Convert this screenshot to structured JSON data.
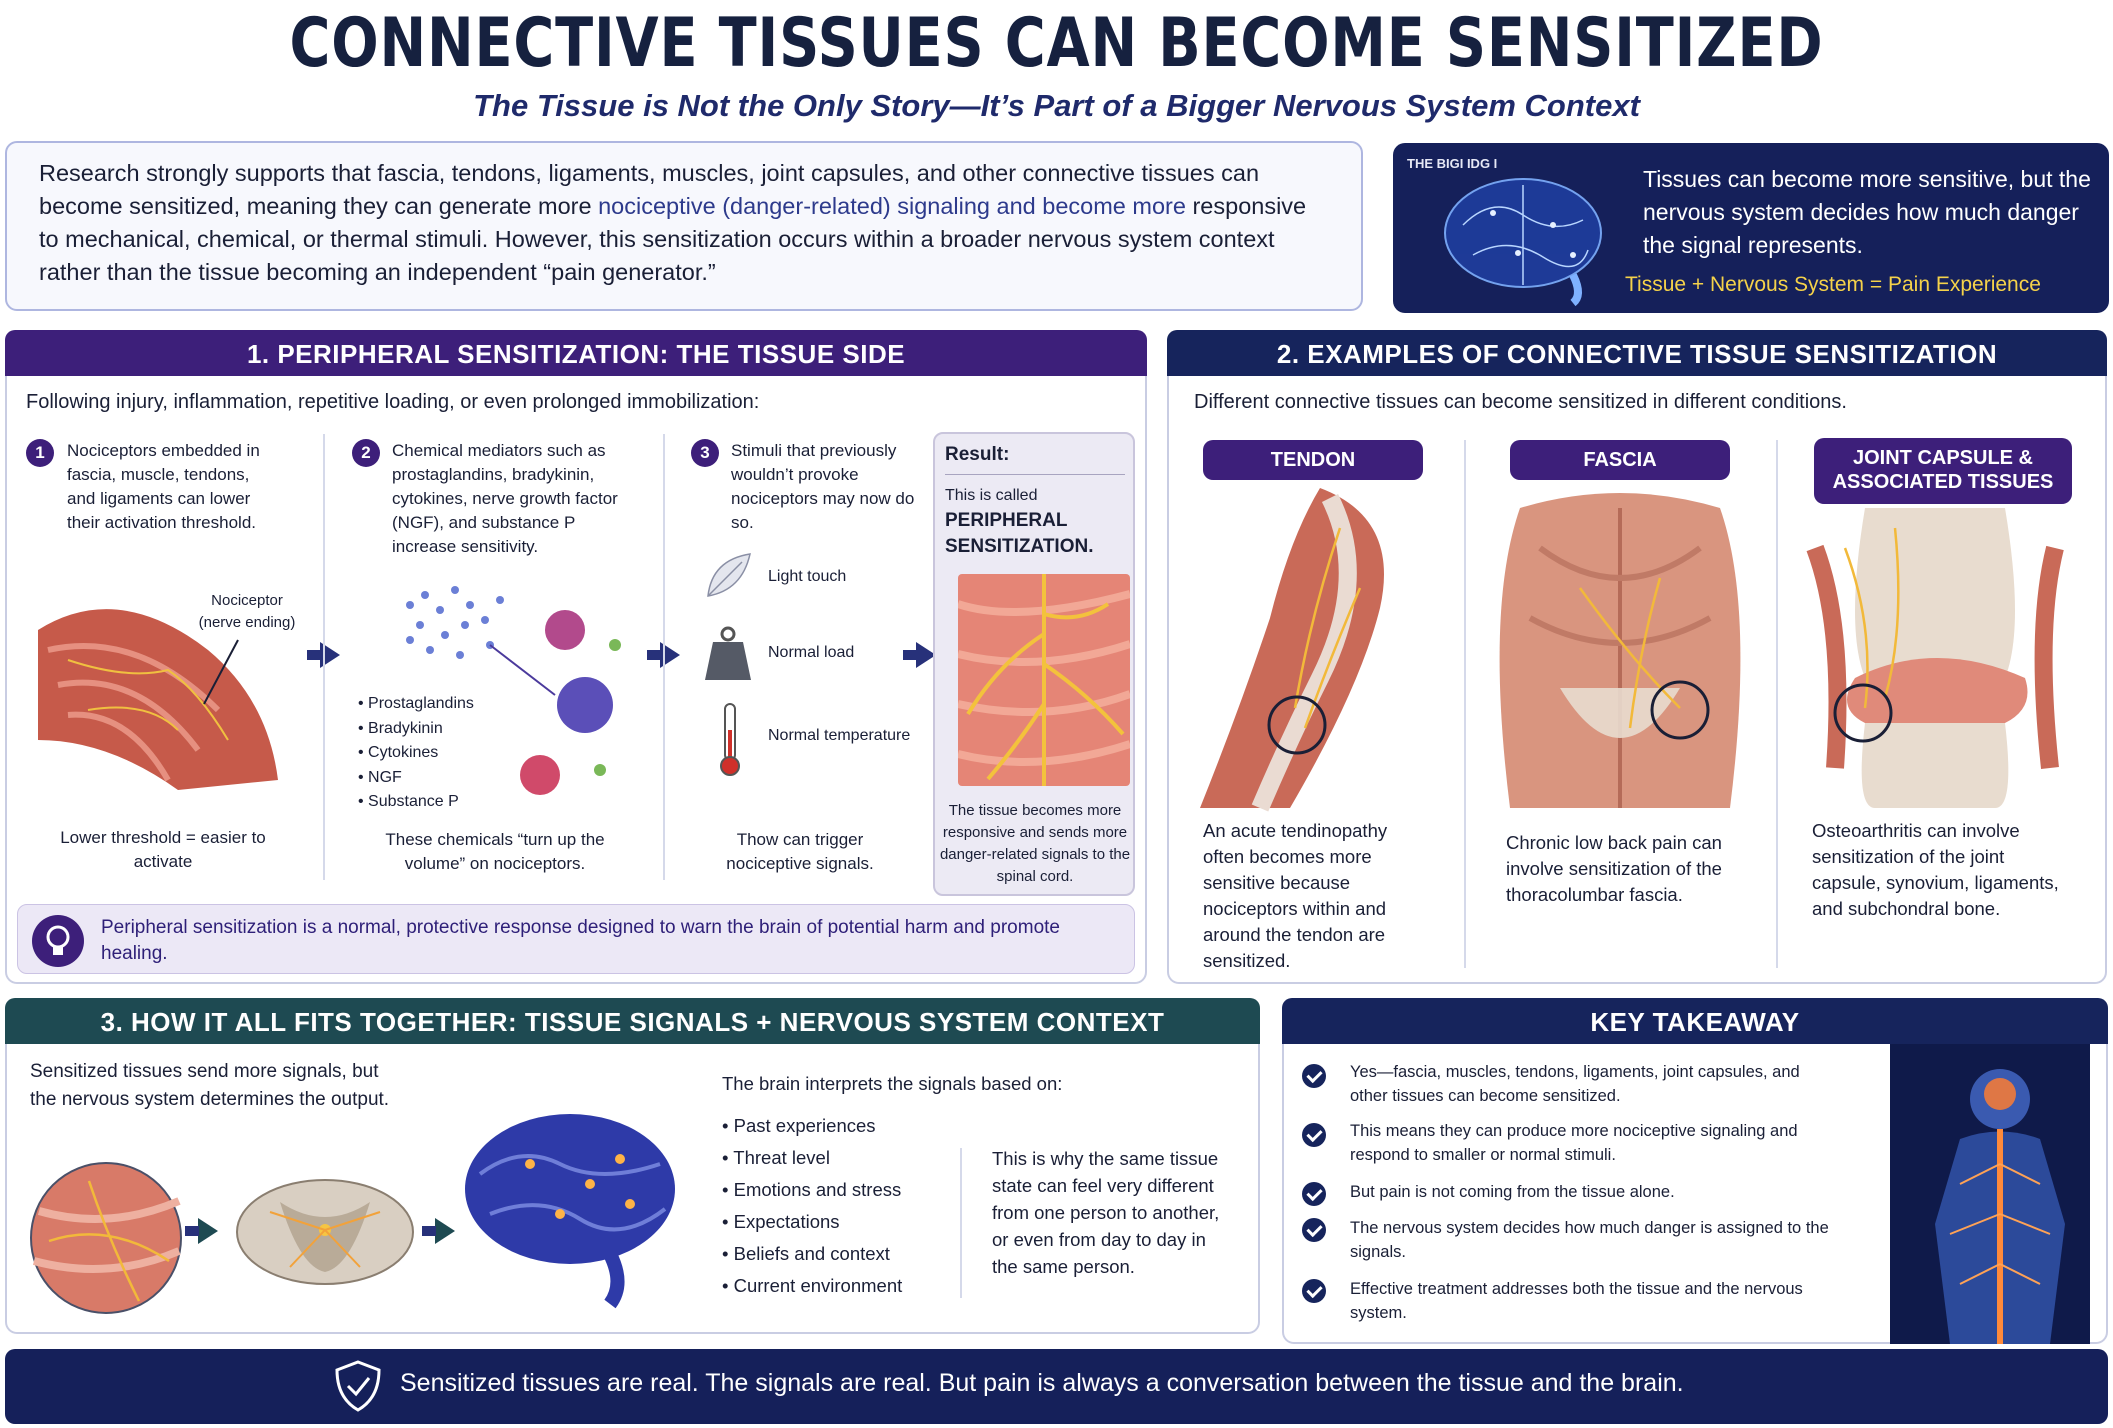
{
  "header": {
    "title": "CONNECTIVE TISSUES CAN BECOME SENSITIZED",
    "subtitle": "The Tissue is Not the Only Story—It’s Part of a Bigger Nervous System Context"
  },
  "intro": {
    "part1": "Research strongly supports that fascia, tendons, ligaments, muscles, joint capsules, and other connective tissues can become sensitized, meaning they can generate more ",
    "highlight": "nociceptive (danger-related) signaling and become more",
    "part2": " responsive to mechanical, chemical, or thermal stimuli. However, this sensitization occurs within a broader nervous system context rather than the tissue becoming an independent “pain generator.”"
  },
  "big_idea": {
    "tag": "THE BIGI IDG I",
    "text": "Tissues can become more sensitive, but the nervous system decides how much danger the signal represents.",
    "equation": "Tissue + Nervous System = Pain Experience"
  },
  "section1": {
    "header": "1.  PERIPHERAL SENSITIZATION: THE TISSUE SIDE",
    "lead": "Following injury, inflammation, repetitive loading, or even prolonged immobilization:",
    "step1": {
      "num": "1",
      "text": "Nociceptors embedded in fascia, muscle, tendons, and ligaments can lower their activation threshold.",
      "label": "Nociceptor (nerve ending)",
      "caption": "Lower threshold = easier to activate"
    },
    "step2": {
      "num": "2",
      "text": "Chemical mediators such as prostaglandins, bradykinin, cytokines, nerve growth factor (NGF), and substance P increase sensitivity.",
      "list": [
        "Prostaglandins",
        "Bradykinin",
        "Cytokines",
        "NGF",
        "Substance P"
      ],
      "caption": "These chemicals “turn up the volume” on nociceptors."
    },
    "step3": {
      "num": "3",
      "text": "Stimuli that previously wouldn’t provoke nociceptors may now do so.",
      "stimuli": [
        "Light touch",
        "Normal load",
        "Normal temperature"
      ],
      "caption": "Thow can trigger nociceptive signals."
    },
    "result": {
      "heading": "Result:",
      "line1": "This is called",
      "line2": "PERIPHERAL SENSITIZATION.",
      "caption": "The tissue becomes more responsive and sends more danger-related signals to the spinal cord."
    },
    "tip": "Peripheral sensitization is a normal, protective response designed to warn the brain of potential harm and promote healing."
  },
  "section2": {
    "header": "2. EXAMPLES OF CONNECTIVE TISSUE SENSITIZATION",
    "lead": "Different connective tissues can become sensitized in different conditions.",
    "cols": [
      {
        "label": "TENDON",
        "text": "An acute tendinopathy often becomes more sensitive because nociceptors within and around the tendon are sensitized."
      },
      {
        "label": "FASCIA",
        "text": "Chronic low back pain can involve sensitization of the thoracolumbar fascia."
      },
      {
        "label": "JOINT CAPSULE & ASSOCIATED TISSUES",
        "text": "Osteoarthritis can involve sensitization of the joint capsule, synovium, ligaments, and subchondral bone."
      }
    ]
  },
  "section3": {
    "header": "3. HOW IT ALL FITS TOGETHER: TISSUE SIGNALS + NERVOUS SYSTEM CONTEXT",
    "lead": "Sensitized tissues send more signals, but the nervous system determines the output.",
    "interp_heading": "The brain interprets the signals based on:",
    "factors": [
      "Past experiences",
      "Threat level",
      "Emotions and stress",
      "Expectations",
      "Beliefs and context",
      "Current environment"
    ],
    "note": "This is why the same tissue state can feel very different from one person to another, or even from day to day in the same person."
  },
  "section4": {
    "header": "KEY TAKEAWAY",
    "items": [
      "Yes—fascia, muscles, tendons, ligaments, joint capsules, and other tissues can become sensitized.",
      "This means they can produce more nociceptive signaling and respond to smaller or normal stimuli.",
      "But pain is not coming from the tissue alone.",
      "The nervous system decides how much danger is assigned to the signals.",
      "Effective treatment addresses both the tissue and the nervous system."
    ]
  },
  "footer": {
    "text": "Sensitized tissues are real. The signals are real.  But pain is always a conversation between the tissue and the brain."
  },
  "colors": {
    "navy": "#16245c",
    "purple": "#3d1f7a",
    "teal": "#1e4a52",
    "gold": "#f5d24a"
  }
}
